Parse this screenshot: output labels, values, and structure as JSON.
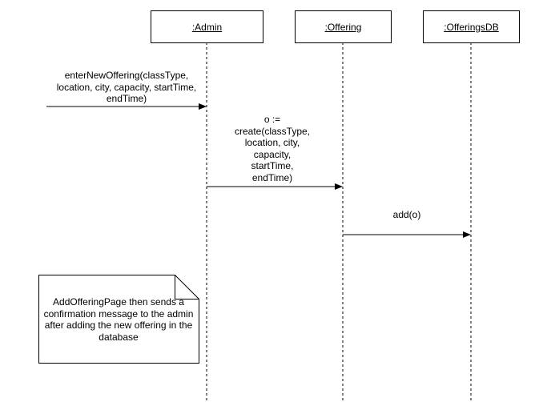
{
  "lifelines": {
    "admin": {
      "label": ":Admin"
    },
    "offering": {
      "label": ":Offering"
    },
    "offerings_db": {
      "label": ":OfferingsDB"
    }
  },
  "messages": {
    "enter_new_offering": {
      "label": "enterNewOffering(classType,\nlocation, city, capacity, startTime,\nendTime)"
    },
    "create": {
      "label": "o :=\ncreate(classType,\nlocation, city,\ncapacity,\nstartTime,\nendTime)"
    },
    "add": {
      "label": "add(o)"
    }
  },
  "note": {
    "text": "AddOfferingPage then sends a confirmation message to the admin after adding the new offering in the database"
  },
  "colors": {
    "stroke": "#000000",
    "background": "#ffffff"
  }
}
